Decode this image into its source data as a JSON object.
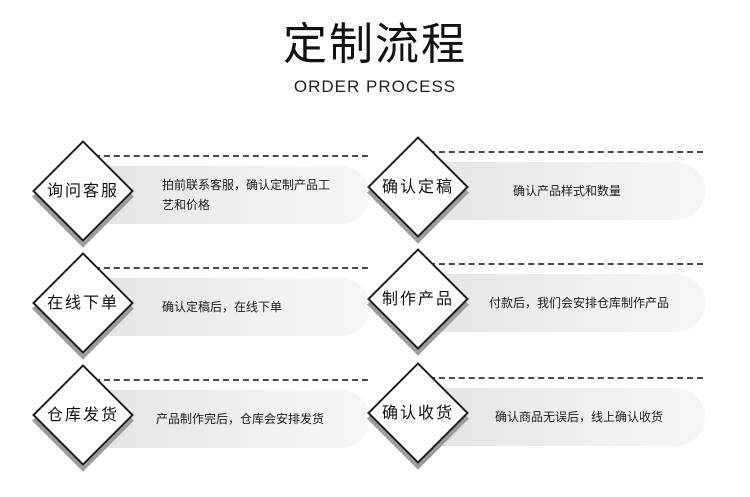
{
  "header": {
    "title": "定制流程",
    "subtitle": "ORDER PROCESS"
  },
  "steps": [
    {
      "name": "询问客服",
      "desc": "拍前联系客服，确认定制产品工艺和价格"
    },
    {
      "name": "确认定稿",
      "desc": "确认产品样式和数量"
    },
    {
      "name": "在线下单",
      "desc": "确认定稿后，在线下单"
    },
    {
      "name": "制作产品",
      "desc": "付款后，我们会安排仓库制作产品"
    },
    {
      "name": "仓库发货",
      "desc": "产品制作完后，仓库会安排发货"
    },
    {
      "name": "确认收货",
      "desc": "确认商品无误后，线上确认收货"
    }
  ]
}
